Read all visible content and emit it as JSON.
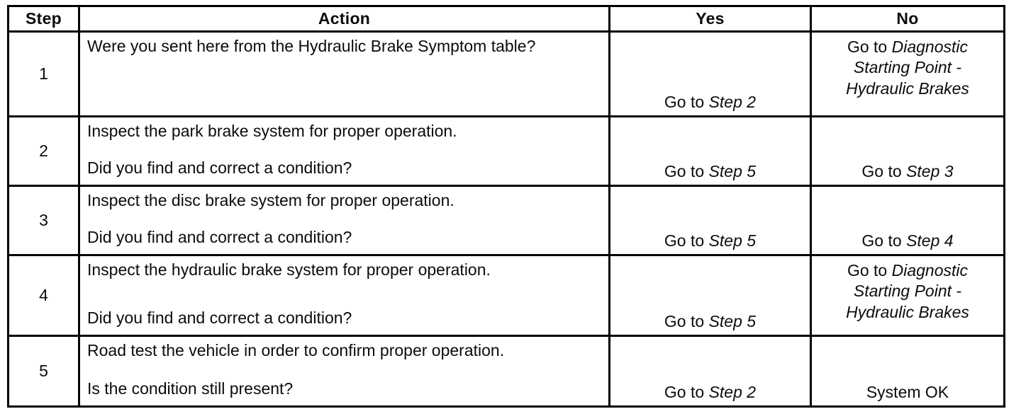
{
  "table": {
    "columns": [
      {
        "label": "Step"
      },
      {
        "label": "Action"
      },
      {
        "label": "Yes"
      },
      {
        "label": "No"
      }
    ],
    "rows": [
      {
        "step": "1",
        "statement": "Were you sent here from the Hydraulic Brake Symptom table?",
        "question": "",
        "yes": {
          "prefix": "Go to ",
          "ref": "Step 2",
          "align": "bottom"
        },
        "no": {
          "prefix": "Go to ",
          "ref": "Diagnostic Starting Point - Hydraulic Brakes",
          "align": "top"
        }
      },
      {
        "step": "2",
        "statement": "Inspect the park brake system for proper operation.",
        "question": "Did you find and correct a condition?",
        "yes": {
          "prefix": "Go to ",
          "ref": "Step 5",
          "align": "bottom"
        },
        "no": {
          "prefix": "Go to ",
          "ref": "Step 3",
          "align": "bottom"
        }
      },
      {
        "step": "3",
        "statement": "Inspect the disc brake system for proper operation.",
        "question": "Did you find and correct a condition?",
        "yes": {
          "prefix": "Go to ",
          "ref": "Step 5",
          "align": "bottom"
        },
        "no": {
          "prefix": "Go to ",
          "ref": "Step 4",
          "align": "bottom"
        }
      },
      {
        "step": "4",
        "statement": "Inspect the hydraulic brake system for proper operation.",
        "question": "Did you find and correct a condition?",
        "yes": {
          "prefix": "Go to ",
          "ref": "Step 5",
          "align": "bottom"
        },
        "no": {
          "prefix": "Go to ",
          "ref": "Diagnostic Starting Point - Hydraulic Brakes",
          "align": "top"
        }
      },
      {
        "step": "5",
        "statement": "Road test the vehicle in order to confirm proper operation.",
        "question": "Is the condition still present?",
        "yes": {
          "prefix": "Go to ",
          "ref": "Step 2",
          "align": "bottom"
        },
        "no": {
          "text": "System OK",
          "align": "bottom"
        }
      }
    ]
  }
}
